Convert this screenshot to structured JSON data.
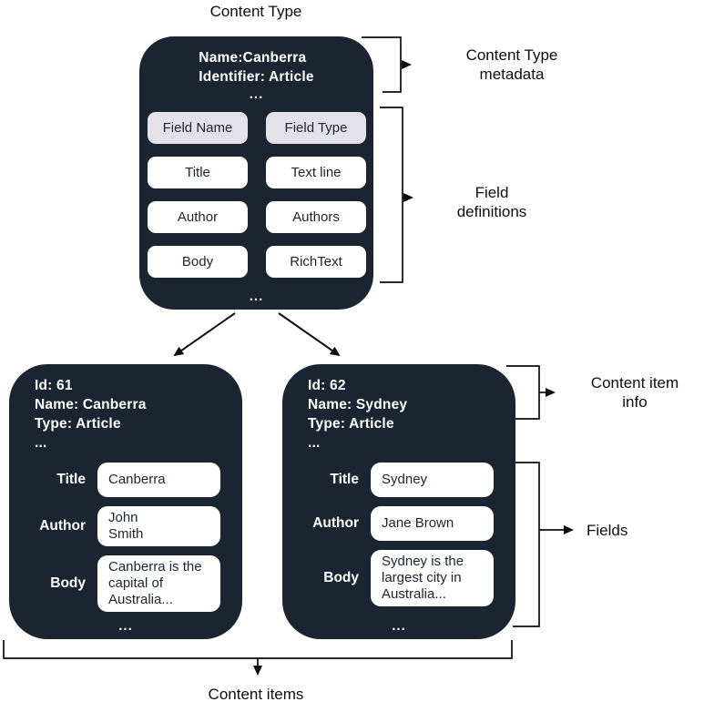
{
  "labels": {
    "content_type": "Content Type",
    "content_type_metadata": "Content Type\nmetadata",
    "field_definitions": "Field\ndefinitions",
    "content_item_info": "Content item\ninfo",
    "fields": "Fields",
    "content_items": "Content items"
  },
  "colors": {
    "card_bg": "#1b2532",
    "header_cell_bg": "#e2e2e8",
    "cell_bg": "#ffffff",
    "line_color": "#0d0d0d",
    "text_on_dark": "#ffffff",
    "text_dark": "#1b2532"
  },
  "content_type": {
    "meta": "Name:Canberra\nIdentifier: Article",
    "ellipsis": "...",
    "field_table": {
      "headers": [
        "Field Name",
        "Field Type"
      ],
      "rows": [
        [
          "Title",
          "Text line"
        ],
        [
          "Author",
          "Authors"
        ],
        [
          "Body",
          "RichText"
        ]
      ]
    }
  },
  "content_items": [
    {
      "meta": "Id: 61\nName: Canberra\nType: Article\n...",
      "ellipsis": "...",
      "fields": [
        {
          "label": "Title",
          "value": "Canberra"
        },
        {
          "label": "Author",
          "value": "John\nSmith"
        },
        {
          "label": "Body",
          "value": "Canberra is the\ncapital of\nAustralia..."
        }
      ]
    },
    {
      "meta": "Id: 62\nName: Sydney\nType: Article\n...",
      "ellipsis": "...",
      "fields": [
        {
          "label": "Title",
          "value": "Sydney"
        },
        {
          "label": "Author",
          "value": "Jane Brown"
        },
        {
          "label": "Body",
          "value": "Sydney is the\nlargest city in\nAustralia..."
        }
      ]
    }
  ]
}
